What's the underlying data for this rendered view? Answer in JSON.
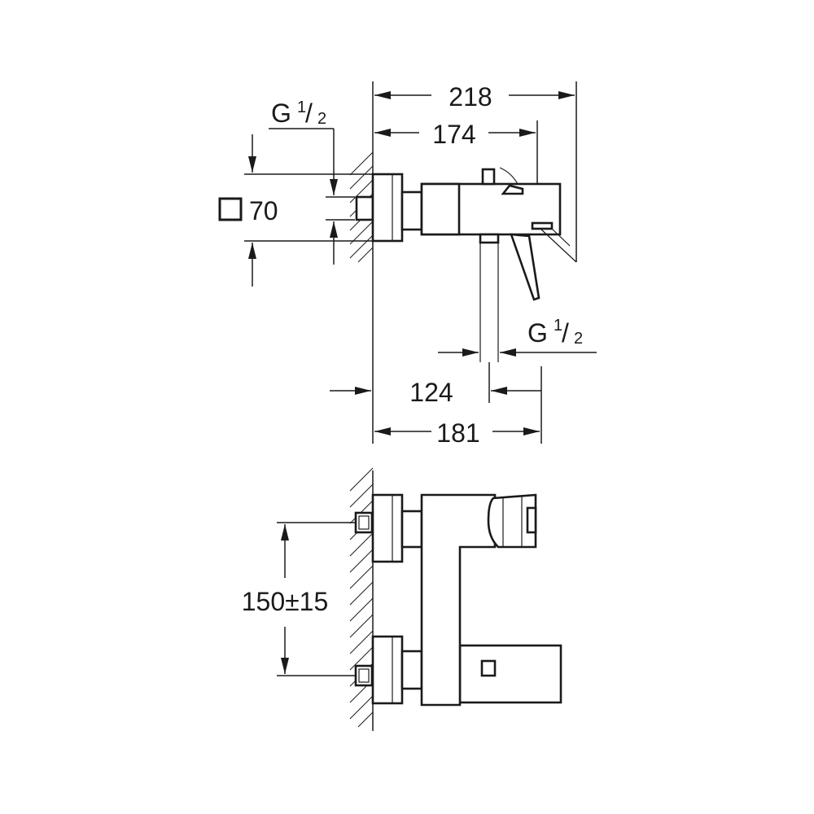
{
  "dimensions": {
    "width_overall": "218",
    "width_outlet": "174",
    "inlet_thread": {
      "letter": "G",
      "sup": "1",
      "sub": "2"
    },
    "outlet_thread": {
      "letter": "G",
      "sup": "1",
      "sub": "2"
    },
    "escutcheon_size": "70",
    "projection_124": "124",
    "projection_181": "181",
    "inlet_spacing": "150±15"
  },
  "colors": {
    "line": "#1a1a1a",
    "background": "#ffffff"
  }
}
